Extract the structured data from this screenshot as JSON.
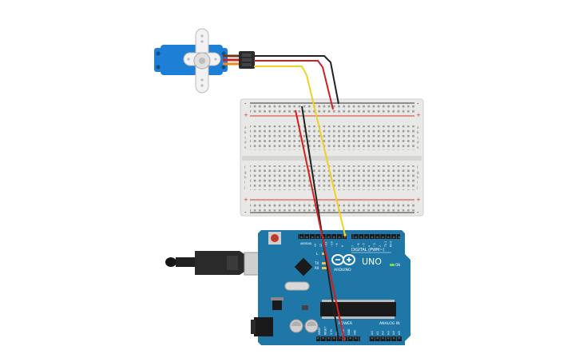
{
  "canvas": {
    "background": "#ffffff"
  },
  "servo": {
    "body_color": "#1d7fd6",
    "horn_color": "#f2f2f2"
  },
  "breadboard": {
    "color": "#e8e8e6",
    "rail_plus_color": "#d63a2f",
    "rail_minus_color": "#333333",
    "plus_label": "+",
    "minus_label": "-",
    "row_labels_top": [
      "a",
      "b",
      "c",
      "d",
      "e"
    ],
    "row_labels_bottom": [
      "f",
      "g",
      "h",
      "i",
      "j"
    ]
  },
  "arduino": {
    "board_color": "#1f77a8",
    "uno_label": "UNO",
    "brand_label": "ARDUINO",
    "digital_label": "DIGITAL (PWM~)",
    "power_label": "POWER",
    "analog_label": "ANALOG IN",
    "on_label": "ON",
    "aref_label": "AREF",
    "gnd_label": "GND",
    "led_labels": [
      "L",
      "TX",
      "RX"
    ],
    "digital_pins": [
      "13",
      "12",
      "~11",
      "~10",
      "~9",
      "8",
      "7",
      "~6",
      "~5",
      "4",
      "~3",
      "2",
      "TX 1",
      "RX 0"
    ],
    "power_pins": [
      "IOREF",
      "RESET",
      "3.3V",
      "5V",
      "GND",
      "GND",
      "VIN"
    ],
    "analog_pins": [
      "A0",
      "A1",
      "A2",
      "A3",
      "A4",
      "A5"
    ]
  },
  "usb": {
    "color": "#2a2a2a"
  },
  "wires": {
    "red": "#d21f1f",
    "black": "#222222",
    "yellow": "#f0d020"
  }
}
